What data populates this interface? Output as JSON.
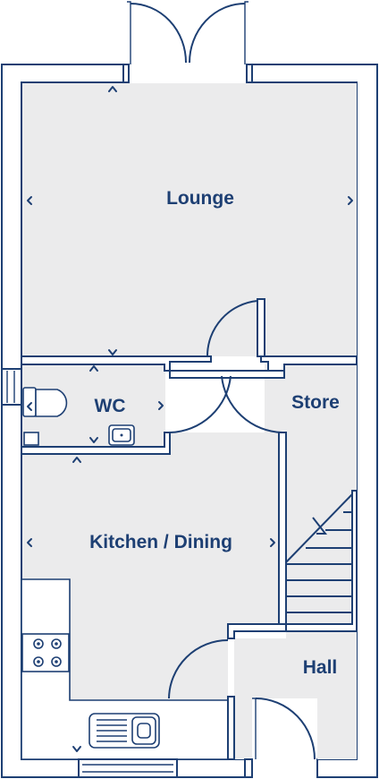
{
  "colors": {
    "wall": "#1d3f73",
    "room_fill": "#ebebec",
    "background": "#ffffff"
  },
  "rooms": {
    "lounge": "Lounge",
    "wc": "WC",
    "store": "Store",
    "kitchen": "Kitchen / Dining",
    "hall": "Hall"
  },
  "fixtures": [
    "french-doors",
    "toilet",
    "wc-basin",
    "hob",
    "sink",
    "staircase",
    "front-door"
  ]
}
